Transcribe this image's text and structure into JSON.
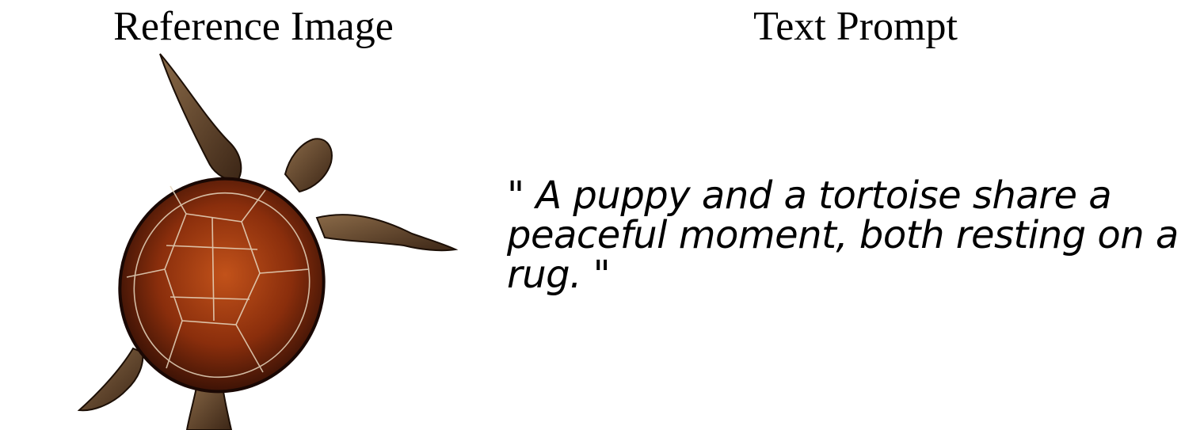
{
  "headings": {
    "left": "Reference Image",
    "right": "Text Prompt"
  },
  "prompt": {
    "text": "\" A puppy and a tortoise share a peaceful moment, both resting on a rug. \""
  },
  "reference_image": {
    "subject_icon": "sea-turtle-illustration",
    "colors": {
      "shell_dark": "#3a1206",
      "shell_mid": "#8a2e0c",
      "shell_light": "#c2521a",
      "skin": "#6b4a2e",
      "seams": "#e8d8c0"
    }
  }
}
